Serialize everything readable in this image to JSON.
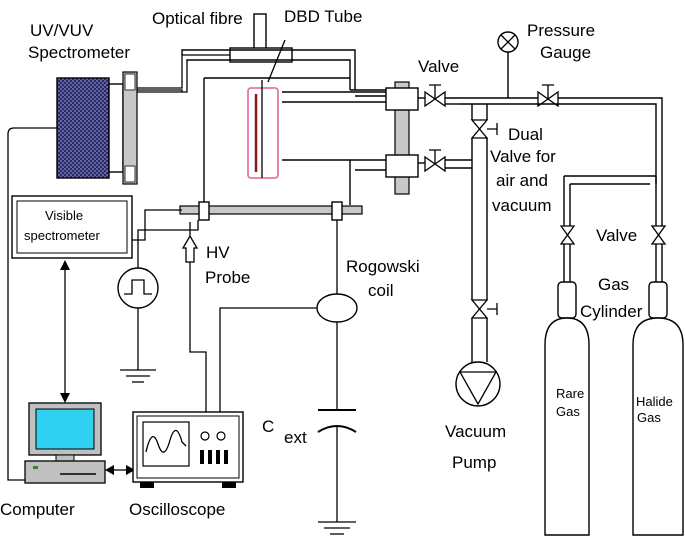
{
  "labels": {
    "spectrometer_uv": "UV/VUV",
    "spectrometer_uv2": "Spectrometer",
    "optical_fibre": "Optical fibre",
    "dbd_tube": "DBD Tube",
    "pressure_gauge1": "Pressure",
    "pressure_gauge2": "Gauge",
    "valve_top": "Valve",
    "dual1": "Dual",
    "dual2": "Valve for",
    "dual3": "air and",
    "dual4": "vacuum",
    "visible1": "Visible",
    "visible2": "spectrometer",
    "hv_probe1": "HV",
    "hv_probe2": "Probe",
    "rogowski1": "Rogowski",
    "rogowski2": "coil",
    "valve_right": "Valve",
    "gas1": "Gas",
    "gas2": "Cylinder",
    "rare1": "Rare",
    "rare2": "Gas",
    "halide1": "Halide",
    "halide2": "Gas",
    "cext_c": "C",
    "cext_sub": "ext",
    "vacuum1": "Vacuum",
    "vacuum2": "Pump",
    "computer": "Computer",
    "oscilloscope": "Oscilloscope"
  },
  "colors": {
    "spectrometer_fill": "#3a3a7a",
    "grey_parts": "#c8c8c8",
    "screen": "#2fd0f0",
    "dbd_tube_outline": "#e07aa8",
    "dbd_tube_fill": "#8a1a1a"
  }
}
